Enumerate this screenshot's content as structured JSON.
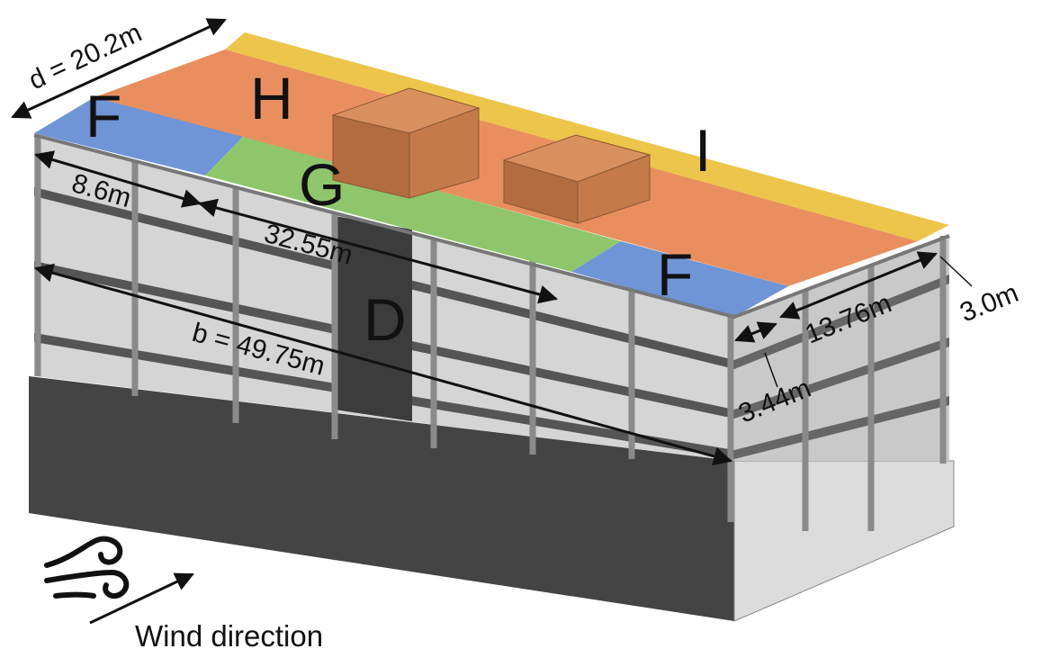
{
  "zones": {
    "F_left": "F",
    "F_right": "F",
    "G": "G",
    "H": "H",
    "I": "I",
    "D": "D"
  },
  "dimensions": {
    "depth": "d = 20.2m",
    "zone_F_length": "8.6m",
    "zone_G_length": "32.55m",
    "breadth": "b = 49.75m",
    "side_F_depth": "13.76m",
    "edge_offset": "3.44m",
    "parapet_height": "3.0m"
  },
  "legend": {
    "wind_label": "Wind direction",
    "wind_icon": "wind-icon"
  },
  "colors": {
    "zone_F": "#6f95d6",
    "zone_G": "#8fc66b",
    "zone_H": "#e98f5f",
    "zone_I": "#eec54b",
    "base": "#444444",
    "frame": "#9a9a9a",
    "slab": "#d2d2d2"
  }
}
